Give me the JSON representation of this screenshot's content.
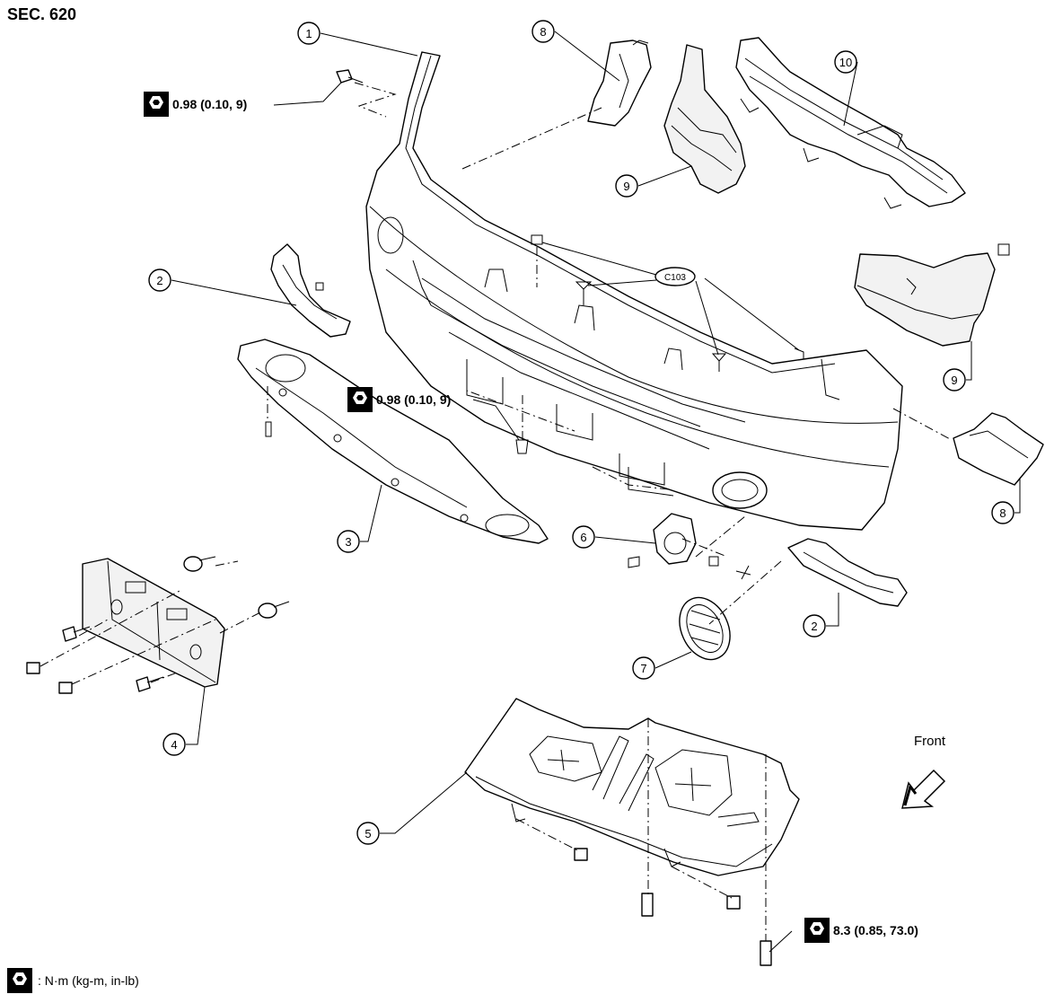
{
  "section_title": "SEC. 620",
  "callouts": {
    "c1": "1",
    "c2a": "2",
    "c2b": "2",
    "c3": "3",
    "c4": "4",
    "c5": "5",
    "c6": "6",
    "c7": "7",
    "c8a": "8",
    "c8b": "8",
    "c9a": "9",
    "c9b": "9",
    "c10": "10",
    "c103": "C103"
  },
  "torque_specs": {
    "top_left": "0.98 (0.10, 9)",
    "center": "0.98 (0.10, 9)",
    "bottom_right": "8.3 (0.85, 73.0)"
  },
  "front_label": "Front",
  "legend_text": ": N·m (kg-m, in-lb)",
  "icons": {
    "torque": "torque-wrench-icon",
    "front": "front-direction-arrow-icon"
  }
}
